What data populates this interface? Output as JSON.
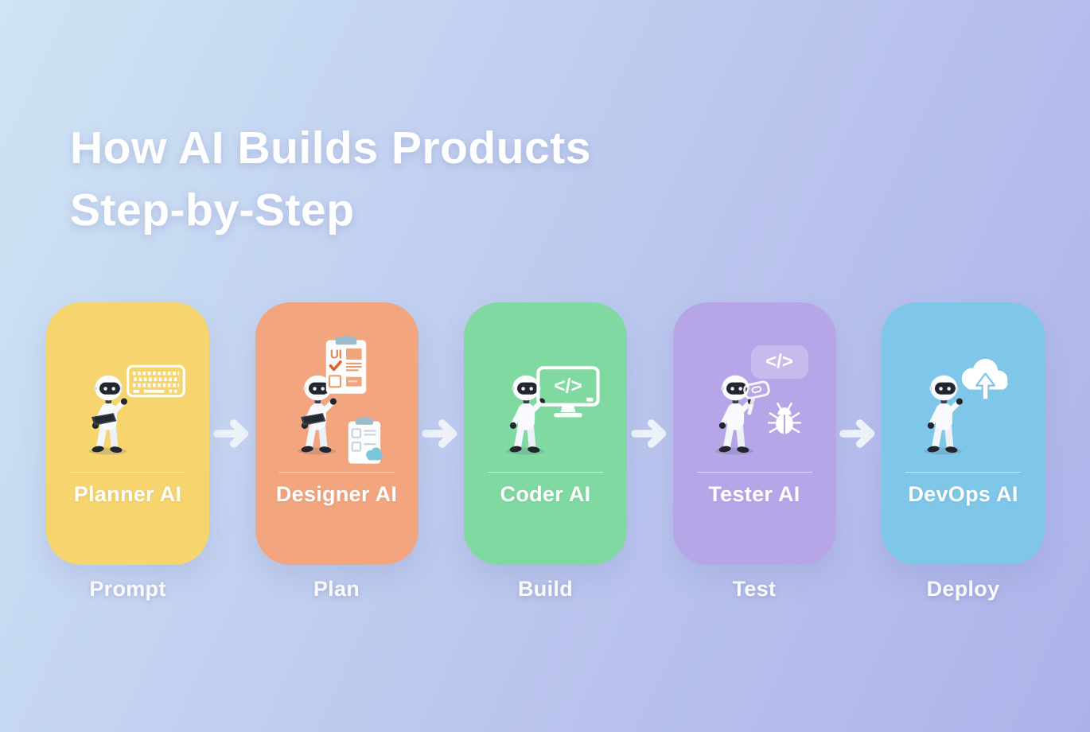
{
  "title": {
    "line1": "How AI Builds Products",
    "line2": "Step-by-Step"
  },
  "steps": [
    {
      "agent": "Planner AI",
      "stage": "Prompt",
      "card_color": "#F6D46E",
      "icon": "keyboard-icon"
    },
    {
      "agent": "Designer AI",
      "stage": "Plan",
      "card_color": "#F2A57E",
      "icon": "clipboard-checklist-icon"
    },
    {
      "agent": "Coder AI",
      "stage": "Build",
      "card_color": "#7FD9A1",
      "icon": "code-monitor-icon"
    },
    {
      "agent": "Tester AI",
      "stage": "Test",
      "card_color": "#B6A6E8",
      "icon": "bug-icon"
    },
    {
      "agent": "DevOps AI",
      "stage": "Deploy",
      "card_color": "#7EC7E8",
      "icon": "cloud-upload-icon"
    }
  ],
  "icons": {
    "code_glyph": "</>",
    "ui_label": "UI"
  },
  "background": {
    "top_left": "#CFE4F4",
    "middle": "#BCC8EE",
    "bottom_right": "#AEB2EA"
  },
  "arrow_color": "#EFF4FA"
}
